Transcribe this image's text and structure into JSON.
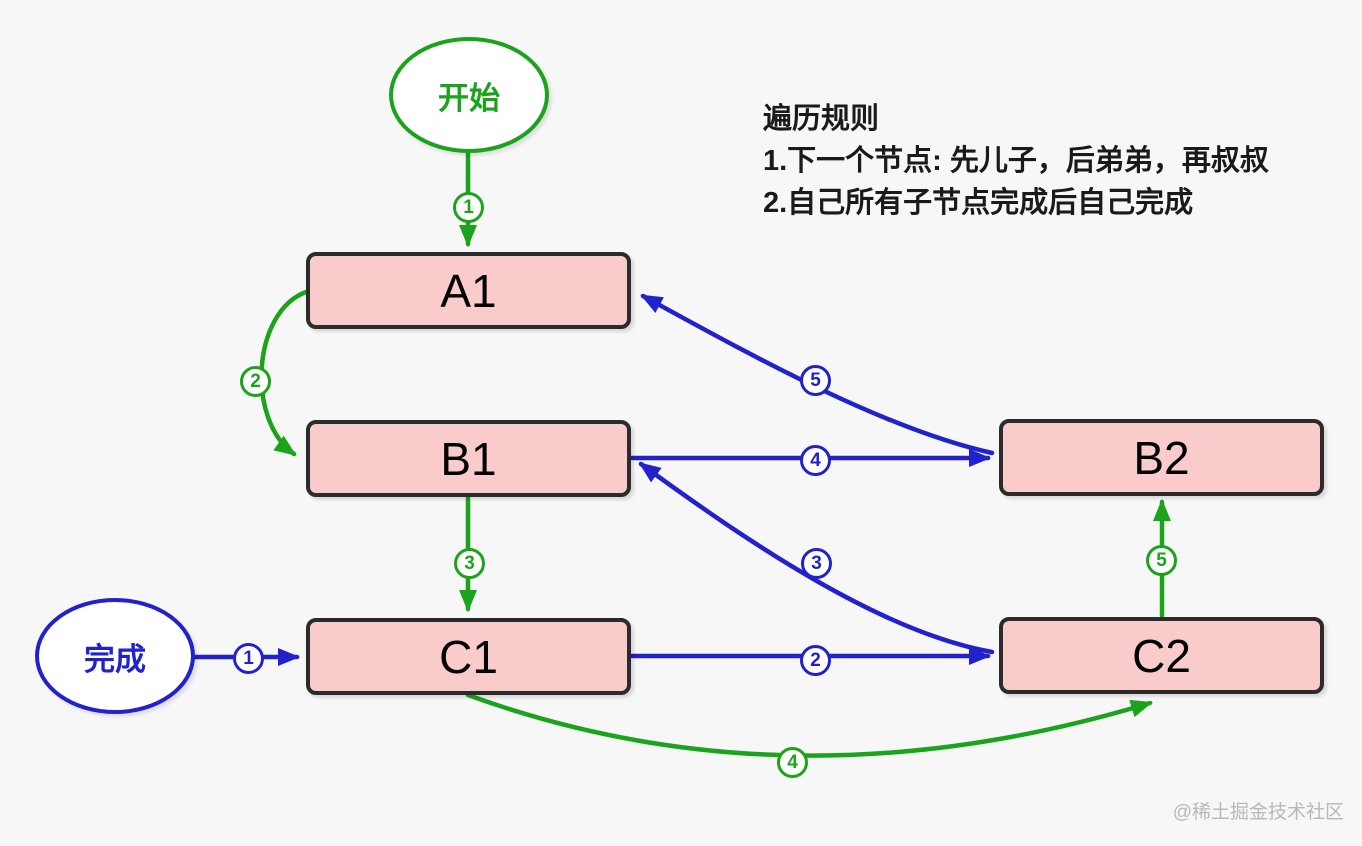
{
  "colors": {
    "green": "#1ba31b",
    "blue": "#2121cd",
    "node_fill": "#f9cccb",
    "node_border": "#2b2b2b",
    "text": "#1a1a1a",
    "watermark_gray": "#b8b8b8",
    "bg": "#f7f7f7"
  },
  "diagram": {
    "start_node": {
      "label": "开始"
    },
    "finish_node": {
      "label": "完成"
    },
    "nodes": [
      {
        "id": "A1",
        "label": "A1"
      },
      {
        "id": "B1",
        "label": "B1"
      },
      {
        "id": "B2",
        "label": "B2"
      },
      {
        "id": "C1",
        "label": "C1"
      },
      {
        "id": "C2",
        "label": "C2"
      }
    ],
    "green_edges": [
      {
        "label": "1",
        "from": "开始",
        "to": "A1"
      },
      {
        "label": "2",
        "from": "A1",
        "to": "B1"
      },
      {
        "label": "3",
        "from": "B1",
        "to": "C1"
      },
      {
        "label": "4",
        "from": "C1",
        "to": "C2"
      },
      {
        "label": "5",
        "from": "C2",
        "to": "B2"
      }
    ],
    "blue_edges": [
      {
        "label": "1",
        "from": "完成",
        "to": "C1"
      },
      {
        "label": "2",
        "from": "C1",
        "to": "C2"
      },
      {
        "label": "3",
        "from": "C2",
        "to": "B1"
      },
      {
        "label": "4",
        "from": "B1",
        "to": "B2"
      },
      {
        "label": "5",
        "from": "B2",
        "to": "A1"
      }
    ]
  },
  "rules": {
    "title": "遍历规则",
    "items": [
      "1.下一个节点: 先儿子，后弟弟，再叔叔",
      "2.自己所有子节点完成后自己完成"
    ]
  },
  "watermark": "@稀土掘金技术社区"
}
